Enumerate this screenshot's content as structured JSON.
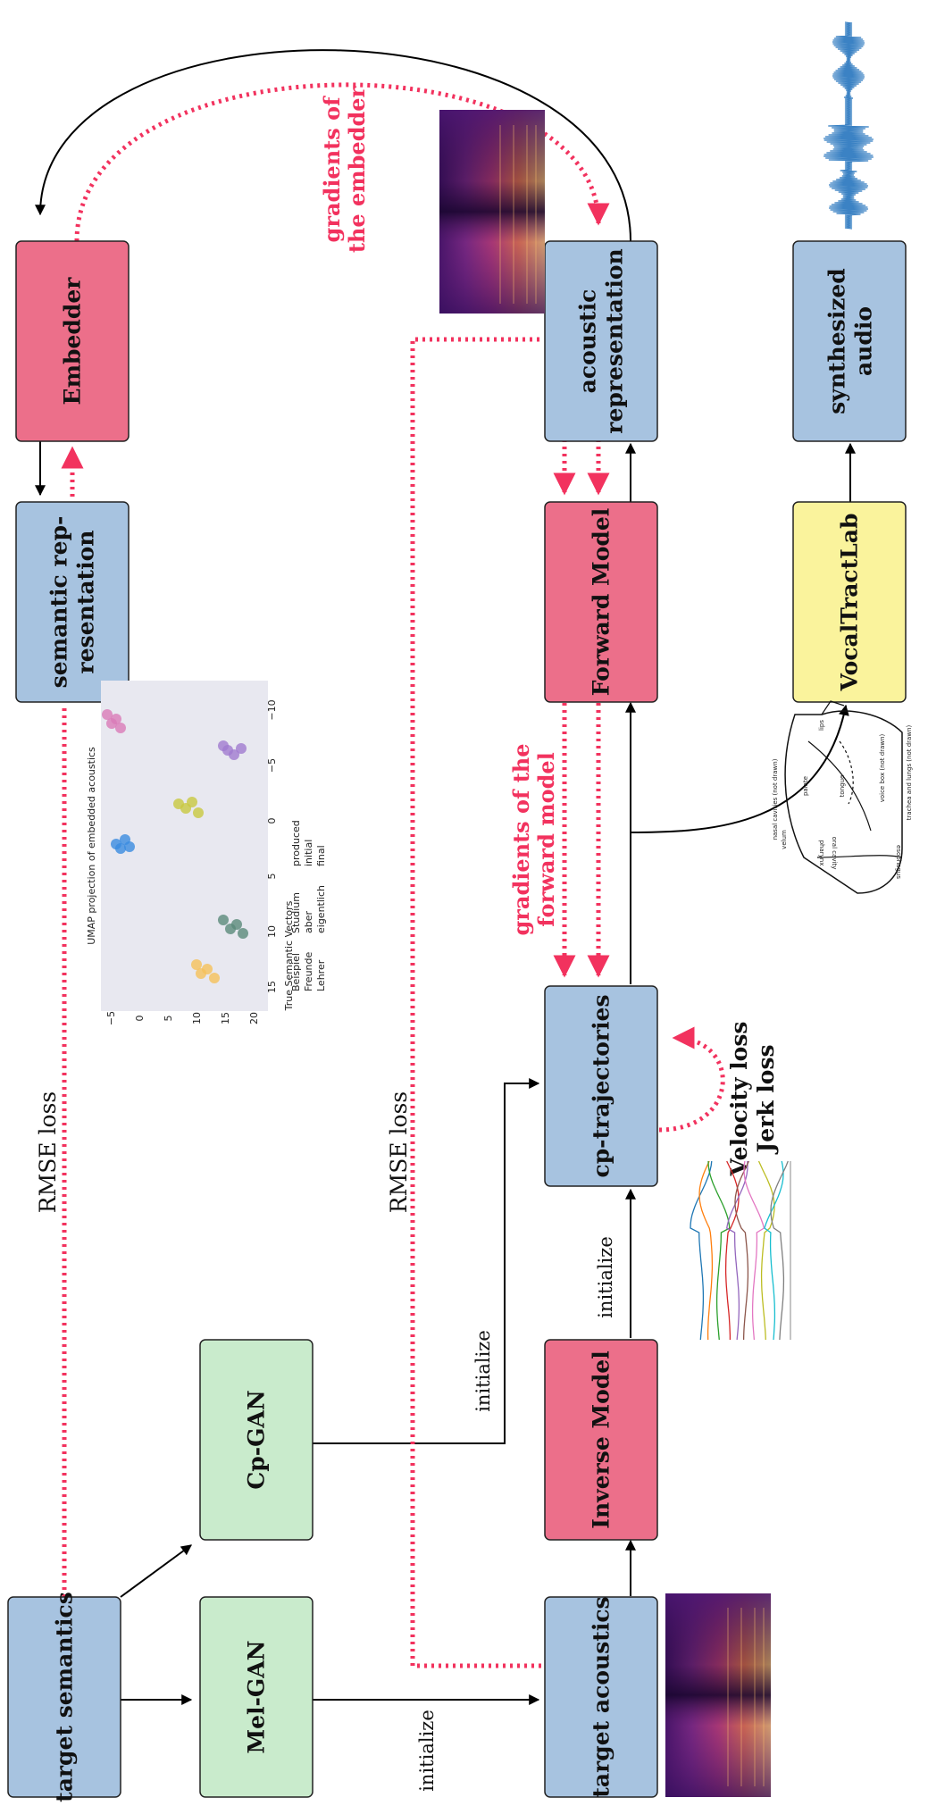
{
  "boxes": {
    "target_semantics": "target semantics",
    "mel_gan": "Mel-GAN",
    "cp_gan": "Cp-GAN",
    "target_acoustics": "target acoustics",
    "inverse_model": "Inverse Model",
    "cp_trajectories": "cp-trajectories",
    "forward_model": "Forward Model",
    "acoustic_representation_1": "acoustic",
    "acoustic_representation_2": "representation",
    "semantic_representation_1": "semantic rep-",
    "semantic_representation_2": "resentation",
    "embedder": "Embedder",
    "vocaltractlab": "VocalTractLab",
    "synthesized_audio_1": "synthesized",
    "synthesized_audio_2": "audio"
  },
  "labels": {
    "initialize_a": "initialize",
    "initialize_b": "initialize",
    "initialize_c": "initialize",
    "rmse_loss_a": "RMSE loss",
    "rmse_loss_b": "RMSE loss",
    "velocity_loss": "Velocity loss",
    "jerk_loss": "Jerk loss",
    "grad_forward_1": "gradients of the",
    "grad_forward_2": "forward model",
    "grad_embedder_1": "gradients of",
    "grad_embedder_2": "the embedder"
  },
  "umap": {
    "title": "UMAP projection of embedded acoustics",
    "x_label": "True Semantic Vectors",
    "x_ticks": [
      "15",
      "10",
      "5",
      "0",
      "−5",
      "−10"
    ],
    "y_ticks": [
      "−5",
      "0",
      "5",
      "10",
      "15",
      "20"
    ],
    "legend_words": [
      "Beispiel",
      "Freunde",
      "Lehrer",
      "Studium",
      "aber",
      "eigentlich"
    ],
    "legend_states": [
      "produced",
      "initial",
      "final"
    ]
  },
  "vocal_tract_labels": [
    "nasal cavities (not drawn)",
    "palate",
    "velum",
    "lips",
    "tongue",
    "oral cavity",
    "pharynx",
    "voice box (not drawn)",
    "trachea and lungs (not drawn)",
    "esophagus"
  ],
  "colors": {
    "blue_box": "#a7c3e0",
    "red_box": "#ec6f8a",
    "green_box": "#c9ebcc",
    "yellow_box": "#faf39c",
    "gradient_red": "#f2325e",
    "line": "#000000"
  }
}
